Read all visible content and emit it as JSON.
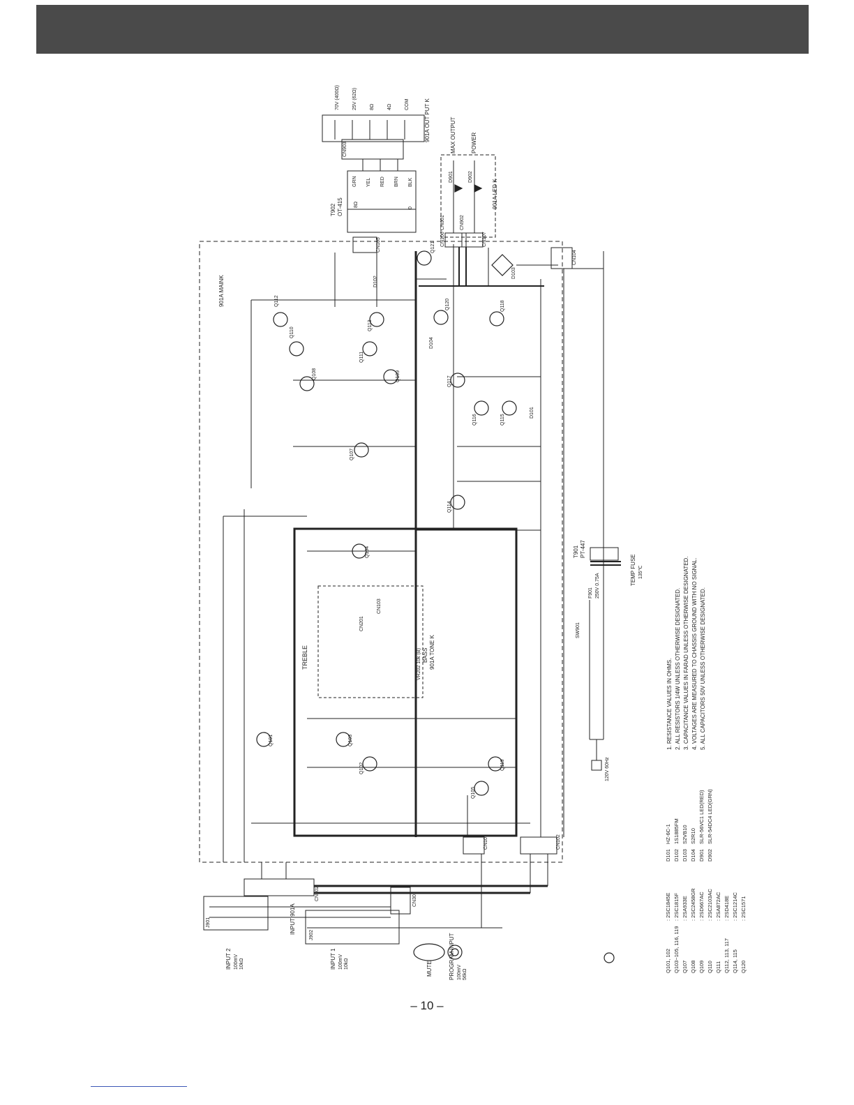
{
  "page_number": "– 10 –",
  "output_labels": {
    "output_pcb": "901A OUT PUT K",
    "taps": [
      "70V (400Ω)",
      "25V (62Ω)",
      "8Ω",
      "4Ω",
      "COM"
    ]
  },
  "transformer_out": {
    "ref": "T902",
    "part": "OT-415",
    "wire_colors": [
      "GRN",
      "YEL",
      "RED",
      "BRN",
      "BLK"
    ],
    "primary": [
      "8Ω",
      "0"
    ]
  },
  "led_labels": {
    "max_output": "MAX OUTPUT",
    "power": "POWER",
    "pcb": "901A LED K",
    "d901": "D901",
    "d902": "D902",
    "cn901": "CN901",
    "cn902": "CN902"
  },
  "main_board": "901A MAINK",
  "tone_board": {
    "treble": "TREBLE",
    "bass": "BASS",
    "pcb": "901A TONE K",
    "vr": "VR202 10k (B)"
  },
  "input_labels": {
    "input2": "INPUT 2",
    "input2_spec": [
      "100mV",
      "10kΩ"
    ],
    "input_pcb": "INPUT 901A",
    "input1": "INPUT 1",
    "input1_spec": [
      "100mV",
      "10kΩ"
    ],
    "mute": "MUTE",
    "program": "PROGRAM INPUT",
    "program_spec": [
      "100mV",
      "56kΩ"
    ],
    "j901": "J901",
    "j902": "J902",
    "cn301": "CN301",
    "cn302": "CN302"
  },
  "power_labels": {
    "t901": "T901",
    "t901_part": "PT-447",
    "temp_fuse": "TEMP FUSE",
    "temp_fuse_val": "135℃",
    "sw901": "SW901",
    "f901": "F901",
    "f901_val": "250V 0.75A",
    "mains": "120V 60Hz"
  },
  "connectors": [
    "CN101",
    "CN102",
    "CN103",
    "CN104",
    "CN105",
    "CN106",
    "CN107",
    "CN201",
    "CN903"
  ],
  "transistors": [
    "Q101",
    "Q102",
    "Q103",
    "Q104",
    "Q105",
    "Q106",
    "Q107",
    "Q108",
    "Q109",
    "Q110",
    "Q111",
    "Q112",
    "Q113",
    "Q114",
    "Q115",
    "Q116",
    "Q117",
    "Q118",
    "Q119",
    "Q120",
    "Q121"
  ],
  "diodes": [
    "D101",
    "D102",
    "D103",
    "D104"
  ],
  "parts_list": [
    {
      "ref": "Q101, 102",
      "part": ": 2SC1845E"
    },
    {
      "ref": "Q103~105, 116, 119",
      "part": ": 2SC1815F"
    },
    {
      "ref": "Q107",
      "part": ": 2SA933E"
    },
    {
      "ref": "Q108",
      "part": ": 2SC2458GR"
    },
    {
      "ref": "Q109",
      "part": ": 2SD667AC"
    },
    {
      "ref": "Q110",
      "part": ": 2SC2103AC"
    },
    {
      "ref": "Q111",
      "part": ": 2SA872AC"
    },
    {
      "ref": "Q112, 113, 117",
      "part": ": 2SD418E"
    },
    {
      "ref": "Q114, 115",
      "part": ": 2SC1214C"
    },
    {
      "ref": "Q120",
      "part": ": 2SC1571"
    }
  ],
  "diode_list": [
    {
      "ref": "D101",
      "part": "HZ-6C-1"
    },
    {
      "ref": "D102",
      "part": "1S1885FM"
    },
    {
      "ref": "D103",
      "part": "S2VB10"
    },
    {
      "ref": "D104",
      "part": "S2R10"
    },
    {
      "ref": "D901",
      "part": "SLR-56VC1 LED(RED)"
    },
    {
      "ref": "D902",
      "part": "SLR-54DC4 LED(GRN)"
    }
  ],
  "notes": [
    "1. RESISTANCE VALUES IN OHMS.",
    "2. ALL RESISTORS 1/4W UNLESS OTHERWISE DESIGNATED.",
    "3. CAPACITANCE VALUES IN FARAD UNLESS OTHERWISE DESIGNATED.",
    "4. VOLTAGES ARE MEASURED TO CHASSIS GROUND WITH NO SIGNAL.",
    "5. ALL CAPACITORS 50V UNLESS OTHERWISE DESIGNATED."
  ]
}
